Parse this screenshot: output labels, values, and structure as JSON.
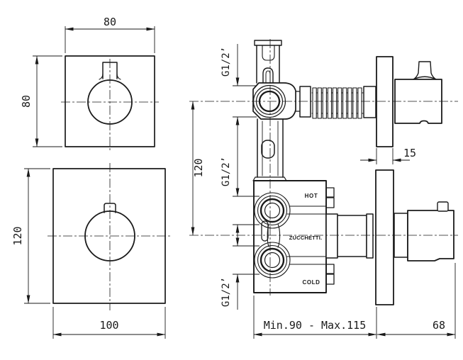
{
  "drawing": {
    "background": "#ffffff",
    "ink": "#1a1a1a",
    "labels": {
      "hot": "HOT",
      "cold": "COLD",
      "brand": "ZUCCHETTI."
    },
    "dims": {
      "plate_small_width": "80",
      "plate_small_height": "80",
      "plate_large_height": "120",
      "plate_large_width": "100",
      "center_distance": "120",
      "thread_size": "G1/2’",
      "plate_thickness": "15",
      "depth_range": "Min.90 - Max.115",
      "handle_projection": "68"
    }
  }
}
